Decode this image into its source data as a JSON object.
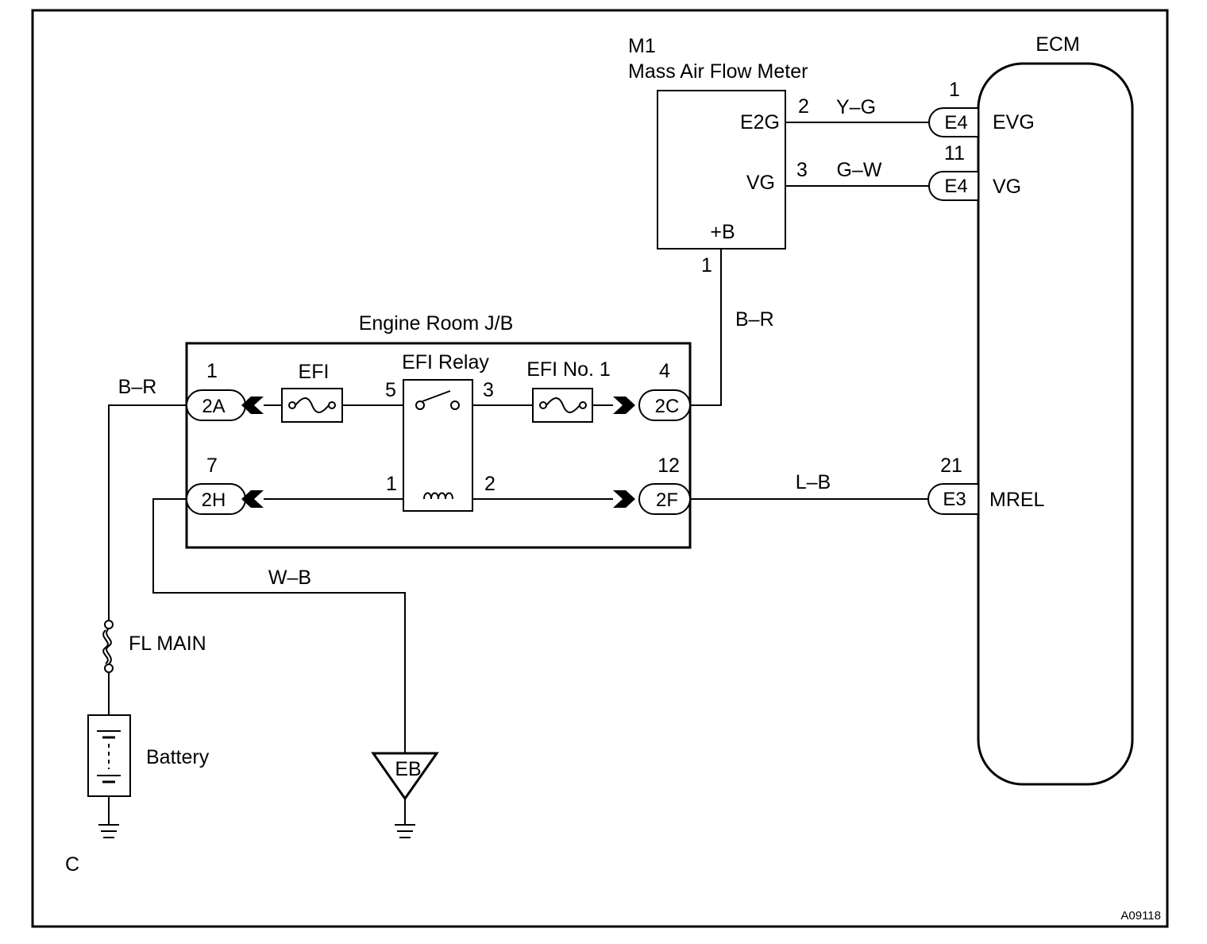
{
  "diagram": {
    "ecm": {
      "title": "ECM",
      "terminals": [
        {
          "pin": "1",
          "connector": "E4",
          "name": "EVG"
        },
        {
          "pin": "11",
          "connector": "E4",
          "name": "VG"
        },
        {
          "pin": "21",
          "connector": "E3",
          "name": "MREL"
        }
      ]
    },
    "maf": {
      "code": "M1",
      "name": "Mass Air Flow Meter",
      "terminals": {
        "e2g": "E2G",
        "vg": "VG",
        "b": "+B"
      },
      "pins": {
        "e2g": "2",
        "vg": "3",
        "b": "1"
      }
    },
    "wires": {
      "e2g_evg": "Y–G",
      "vg_vg": "G–W",
      "maf_jb": "B–R",
      "battery_jb": "B–R",
      "mrel": "L–B",
      "ground": "W–B"
    },
    "jb": {
      "title": "Engine Room J/B",
      "fuse_efi": "EFI",
      "relay": "EFI Relay",
      "fuse_efi_no1": "EFI No. 1",
      "connectors": {
        "a": "2A",
        "c": "2C",
        "h": "2H",
        "f": "2F"
      },
      "connector_pins": {
        "a": "1",
        "c": "4",
        "h": "7",
        "f": "12"
      },
      "relay_pins": {
        "p5": "5",
        "p3": "3",
        "p1": "1",
        "p2": "2"
      }
    },
    "fl_main": "FL MAIN",
    "battery": "Battery",
    "ground_point": "EB",
    "corner_label": "C",
    "figure_id": "A09118"
  }
}
